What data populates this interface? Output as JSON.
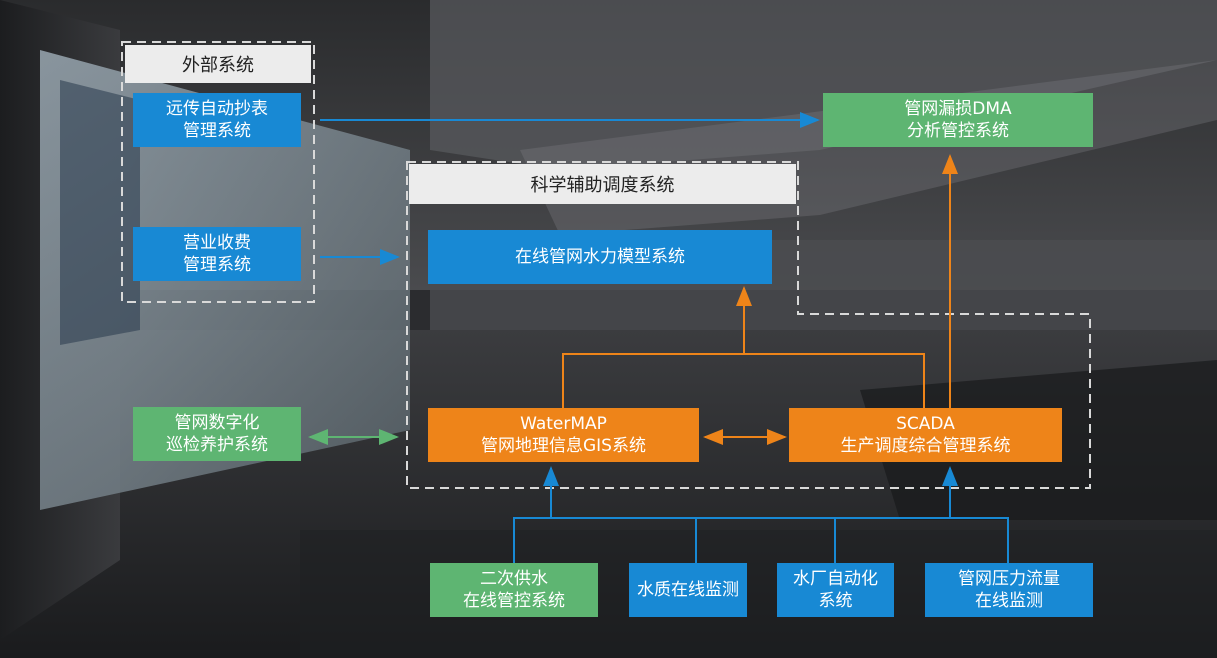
{
  "groups": {
    "external": "外部系统",
    "scientific": "科学辅助调度系统"
  },
  "boxes": {
    "remote_meter": [
      "远传自动抄表",
      "管理系统"
    ],
    "business": [
      "营业收费",
      "管理系统"
    ],
    "pipe_inspection": [
      "管网数字化",
      "巡检养护系统"
    ],
    "dma": [
      "管网漏损DMA",
      "分析管控系统"
    ],
    "hydraulic": [
      "在线管网水力模型系统"
    ],
    "watermap": [
      "WaterMAP",
      "管网地理信息GIS系统"
    ],
    "scada": [
      "SCADA",
      "生产调度综合管理系统"
    ],
    "secondary_supply": [
      "二次供水",
      "在线管控系统"
    ],
    "water_quality": [
      "水质在线监测"
    ],
    "plant_automation": [
      "水厂自动化",
      "系统"
    ],
    "pressure_flow": [
      "管网压力流量",
      "在线监测"
    ]
  },
  "colors": {
    "blue": "#1889d4",
    "green": "#5eb572",
    "orange": "#ee8419",
    "dashed": "#d9d9d9",
    "header_bg": "#ececec"
  }
}
